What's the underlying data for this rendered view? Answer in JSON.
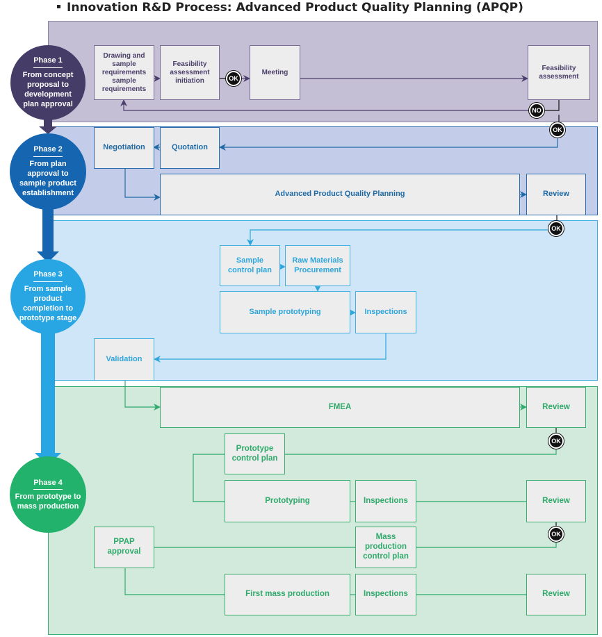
{
  "title": "Innovation R&D Process: Advanced Product Quality Planning (APQP)",
  "colors": {
    "phase1": "#463c68",
    "phase2": "#1665b0",
    "phase3": "#28a5e3",
    "phase4": "#23b26c",
    "band1": "#c4bfd4",
    "band2": "#c3cde9",
    "band3": "#cfe6f8",
    "band4": "#d1eadc"
  },
  "phases": [
    {
      "label": "Phase 1",
      "desc": "From concept proposal to development plan approval"
    },
    {
      "label": "Phase 2",
      "desc": "From plan approval to sample product establishment"
    },
    {
      "label": "Phase 3",
      "desc": "From sample product completion to prototype stage"
    },
    {
      "label": "Phase 4",
      "desc": "From prototype to mass production"
    }
  ],
  "phase1": {
    "drawing": "Drawing and sample requirements sample requirements",
    "feas_init": "Feasibility assessment initiation",
    "meeting": "Meeting",
    "feas_assess": "Feasibility assessment"
  },
  "phase2": {
    "negotiation": "Negotiation",
    "quotation": "Quotation",
    "apqp": "Advanced Product Quality Planning",
    "review": "Review"
  },
  "phase3": {
    "sample_control": "Sample control plan",
    "raw_materials": "Raw Materials Procurement",
    "sample_proto": "Sample prototyping",
    "inspections": "Inspections",
    "validation": "Validation"
  },
  "phase4": {
    "fmea": "FMEA",
    "review1": "Review",
    "proto_control": "Prototype control plan",
    "prototyping": "Prototyping",
    "inspections1": "Inspections",
    "review2": "Review",
    "ppap": "PPAP approval",
    "mass_control": "Mass production control plan",
    "first_mass": "First mass production",
    "inspections2": "Inspections",
    "review3": "Review"
  },
  "badges": {
    "ok": "OK",
    "no": "NO"
  }
}
